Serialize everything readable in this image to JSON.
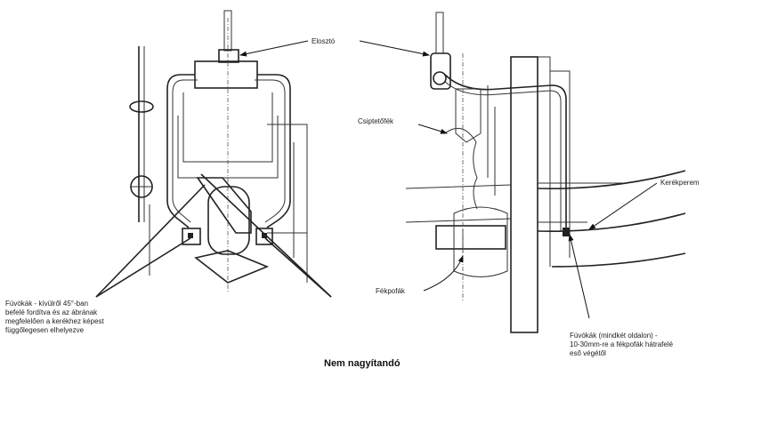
{
  "labels": {
    "elosztO": "Elosztó",
    "csipteto": "Csiptetőfék",
    "kerekperem": "Kerékperem",
    "fekpofa": "Fékpofák",
    "fuvokak_left": [
      "Fúvókák - kívülről 45°-ban",
      "befelé fordítva és az ábrának",
      "megfelelően a kerékhez képest",
      "függőlegesen elhelyezve"
    ],
    "fuvokak_right": [
      "Fúvókák (mindkét oldalon) -",
      "10-30mm-re a fékpofák hátrafelé",
      "eső végétől"
    ],
    "caption": "Nem nagyítandó"
  }
}
